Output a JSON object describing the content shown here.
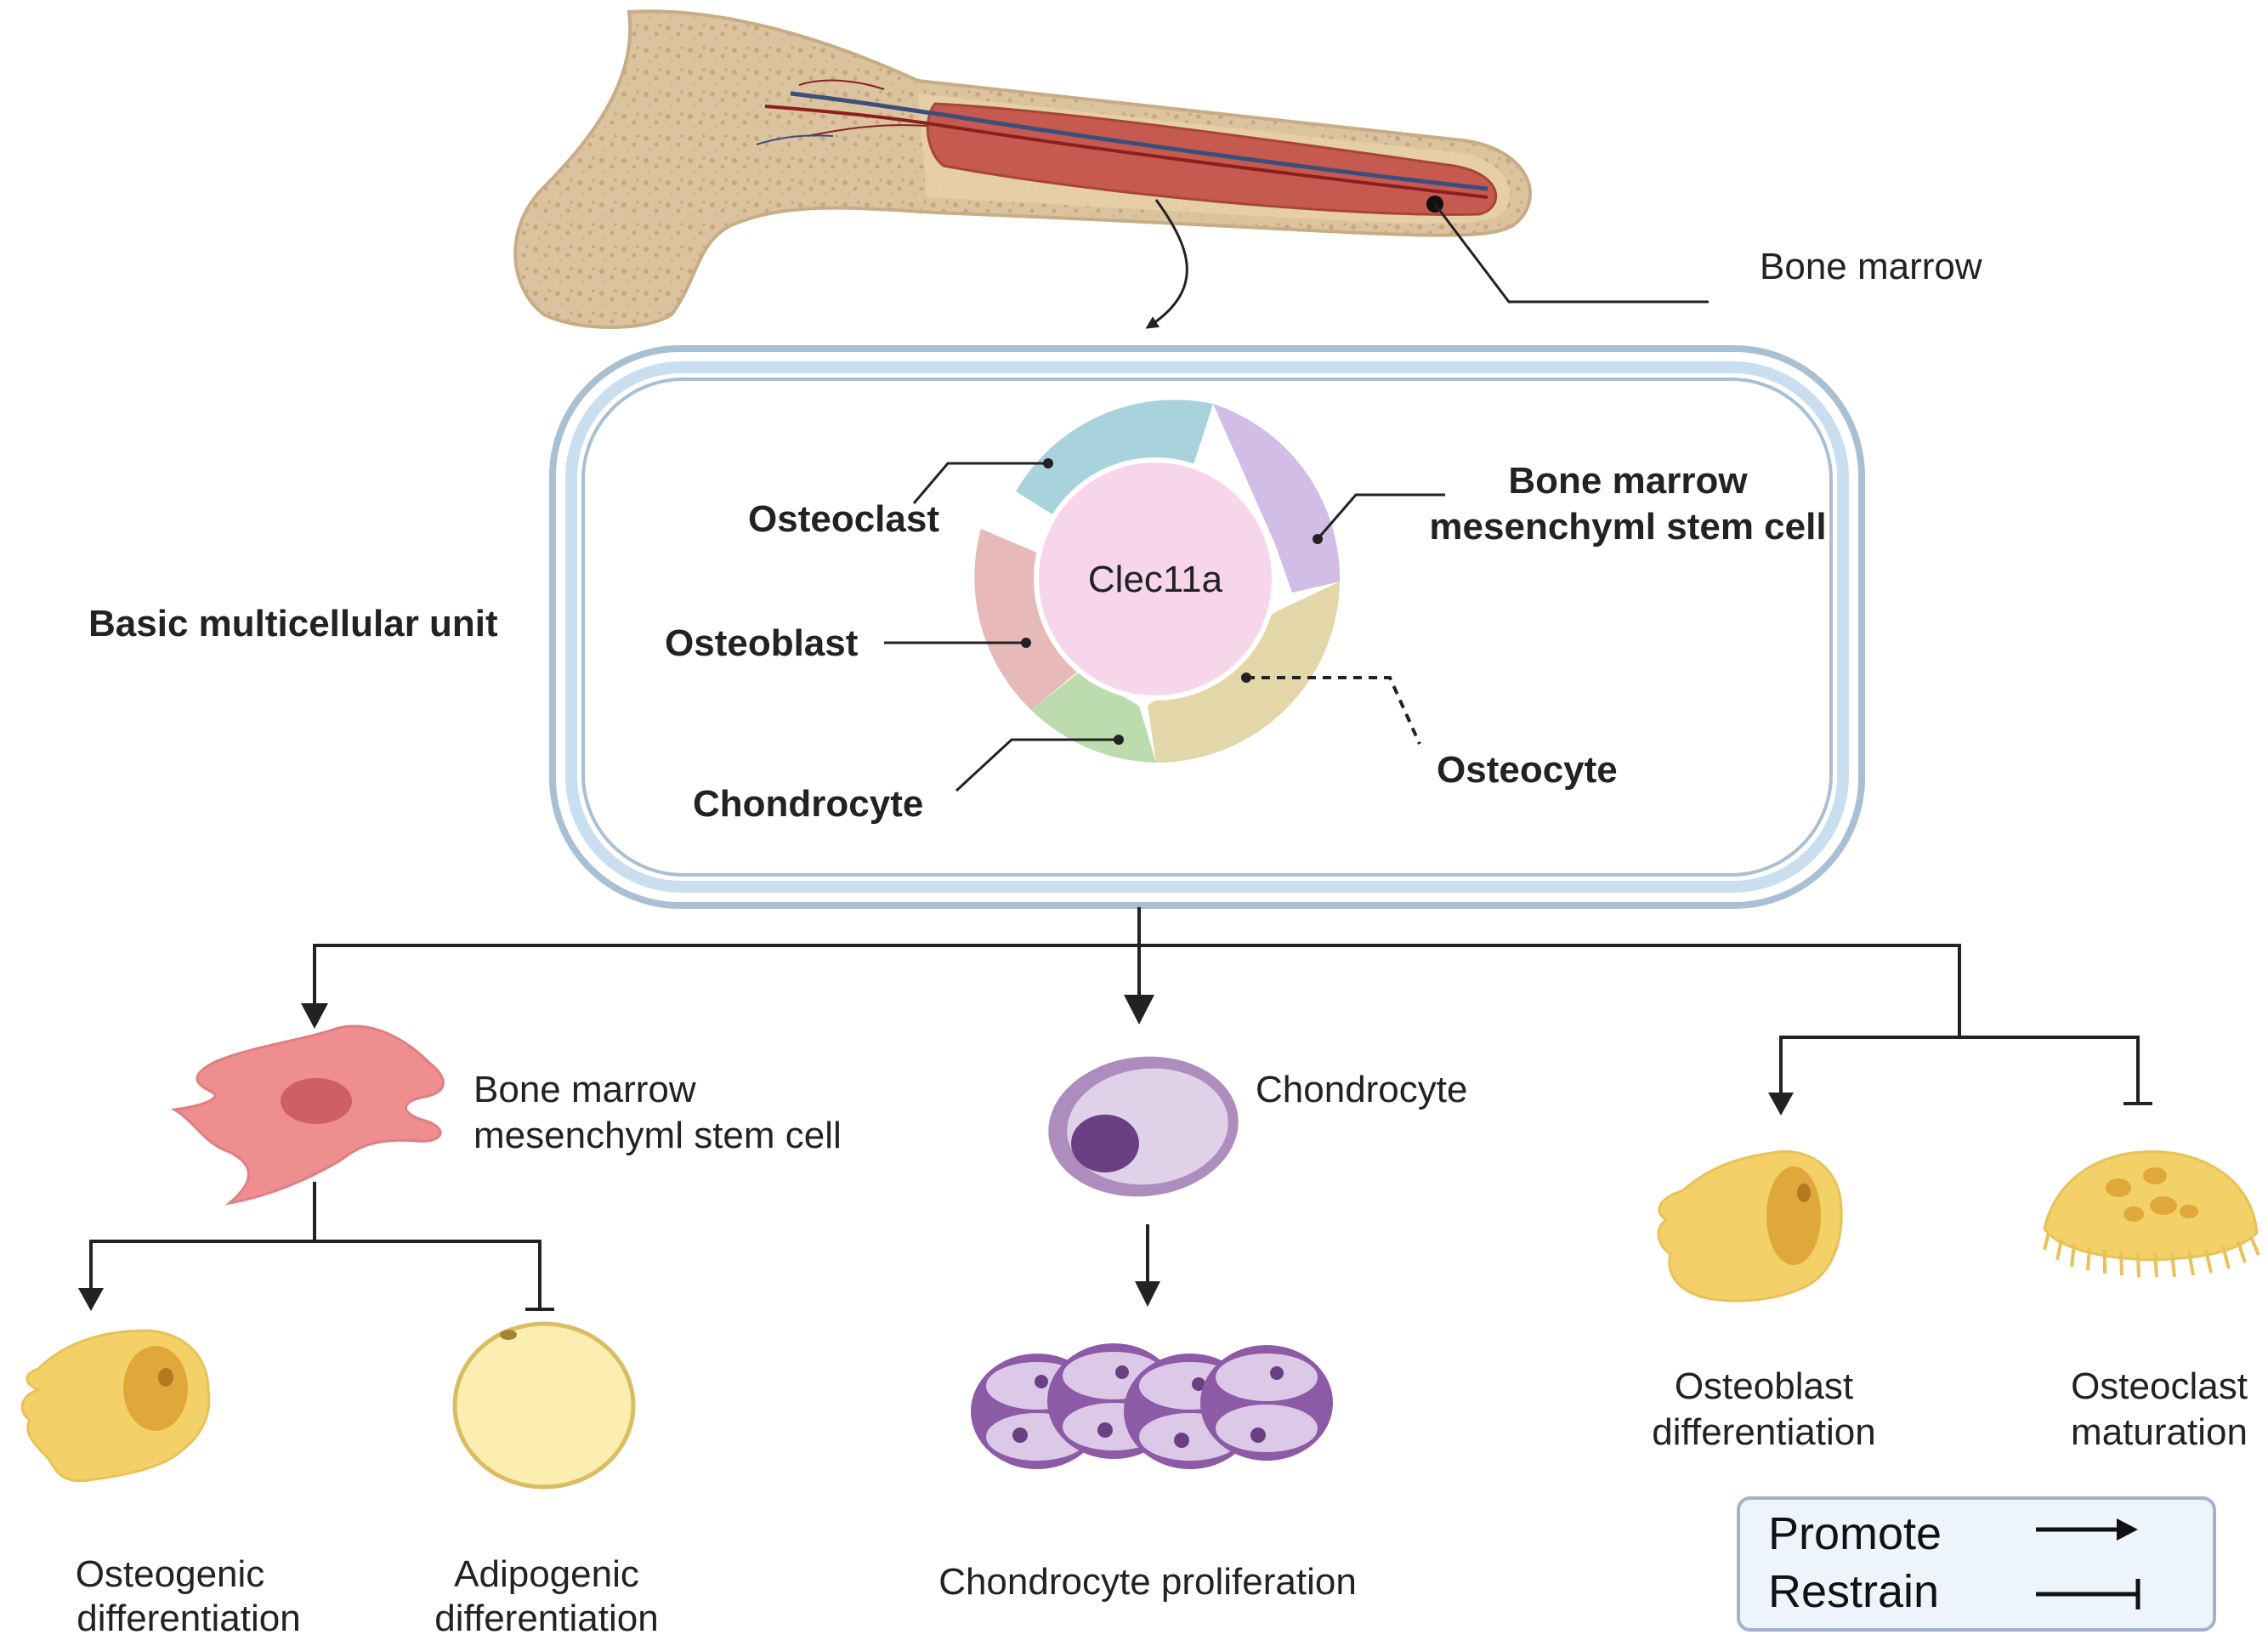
{
  "labels": {
    "bone_marrow": "Bone marrow",
    "center": "Clec11a",
    "bmu": "Basic multicellular unit",
    "osteoclast": "Osteoclast",
    "osteoblast": "Osteoblast",
    "chondrocyte": "Chondrocyte",
    "osteocyte": "Osteocyte",
    "bmsc_line1": "Bone marrow",
    "bmsc_line2": "mesenchyml stem cell"
  },
  "branches": {
    "bmsc": {
      "line1": "Bone marrow",
      "line2": "mesenchyml stem cell",
      "outcomes": [
        {
          "line1": "Osteogenic",
          "line2": "differentiation",
          "effect": "promote"
        },
        {
          "line1": "Adipogenic",
          "line2": "differentiation",
          "effect": "restrain"
        }
      ]
    },
    "chondrocyte": {
      "label": "Chondrocyte",
      "outcome": "Chondrocyte proliferation",
      "effect": "promote"
    },
    "bone_cells": {
      "outcomes": [
        {
          "line1": "Osteoblast",
          "line2": "differentiation",
          "effect": "promote"
        },
        {
          "line1": "Osteoclast",
          "line2": "maturation",
          "effect": "restrain"
        }
      ]
    }
  },
  "legend": {
    "promote": "Promote",
    "restrain": "Restrain"
  },
  "colors": {
    "bone": "#dcc3a0",
    "marrow": "#c75a50",
    "vessel": "#3a4f7a",
    "membrane": "#c9dff0",
    "osteoclast_segment": "#a9d3dc",
    "bmsc_segment": "#d2bde6",
    "osteocyte_segment": "#e3d6a8",
    "chondrocyte_segment": "#bcdcad",
    "osteoblast_segment": "#e8b9b9",
    "center": "#f7d6ec",
    "msc_cell": "#ef8e91",
    "chondrocyte_cell": "#d8c3e0",
    "osteoblast_cell": "#f4d168",
    "adipocyte": "#fbeeb0",
    "legend_bg": "#eef4fb"
  }
}
